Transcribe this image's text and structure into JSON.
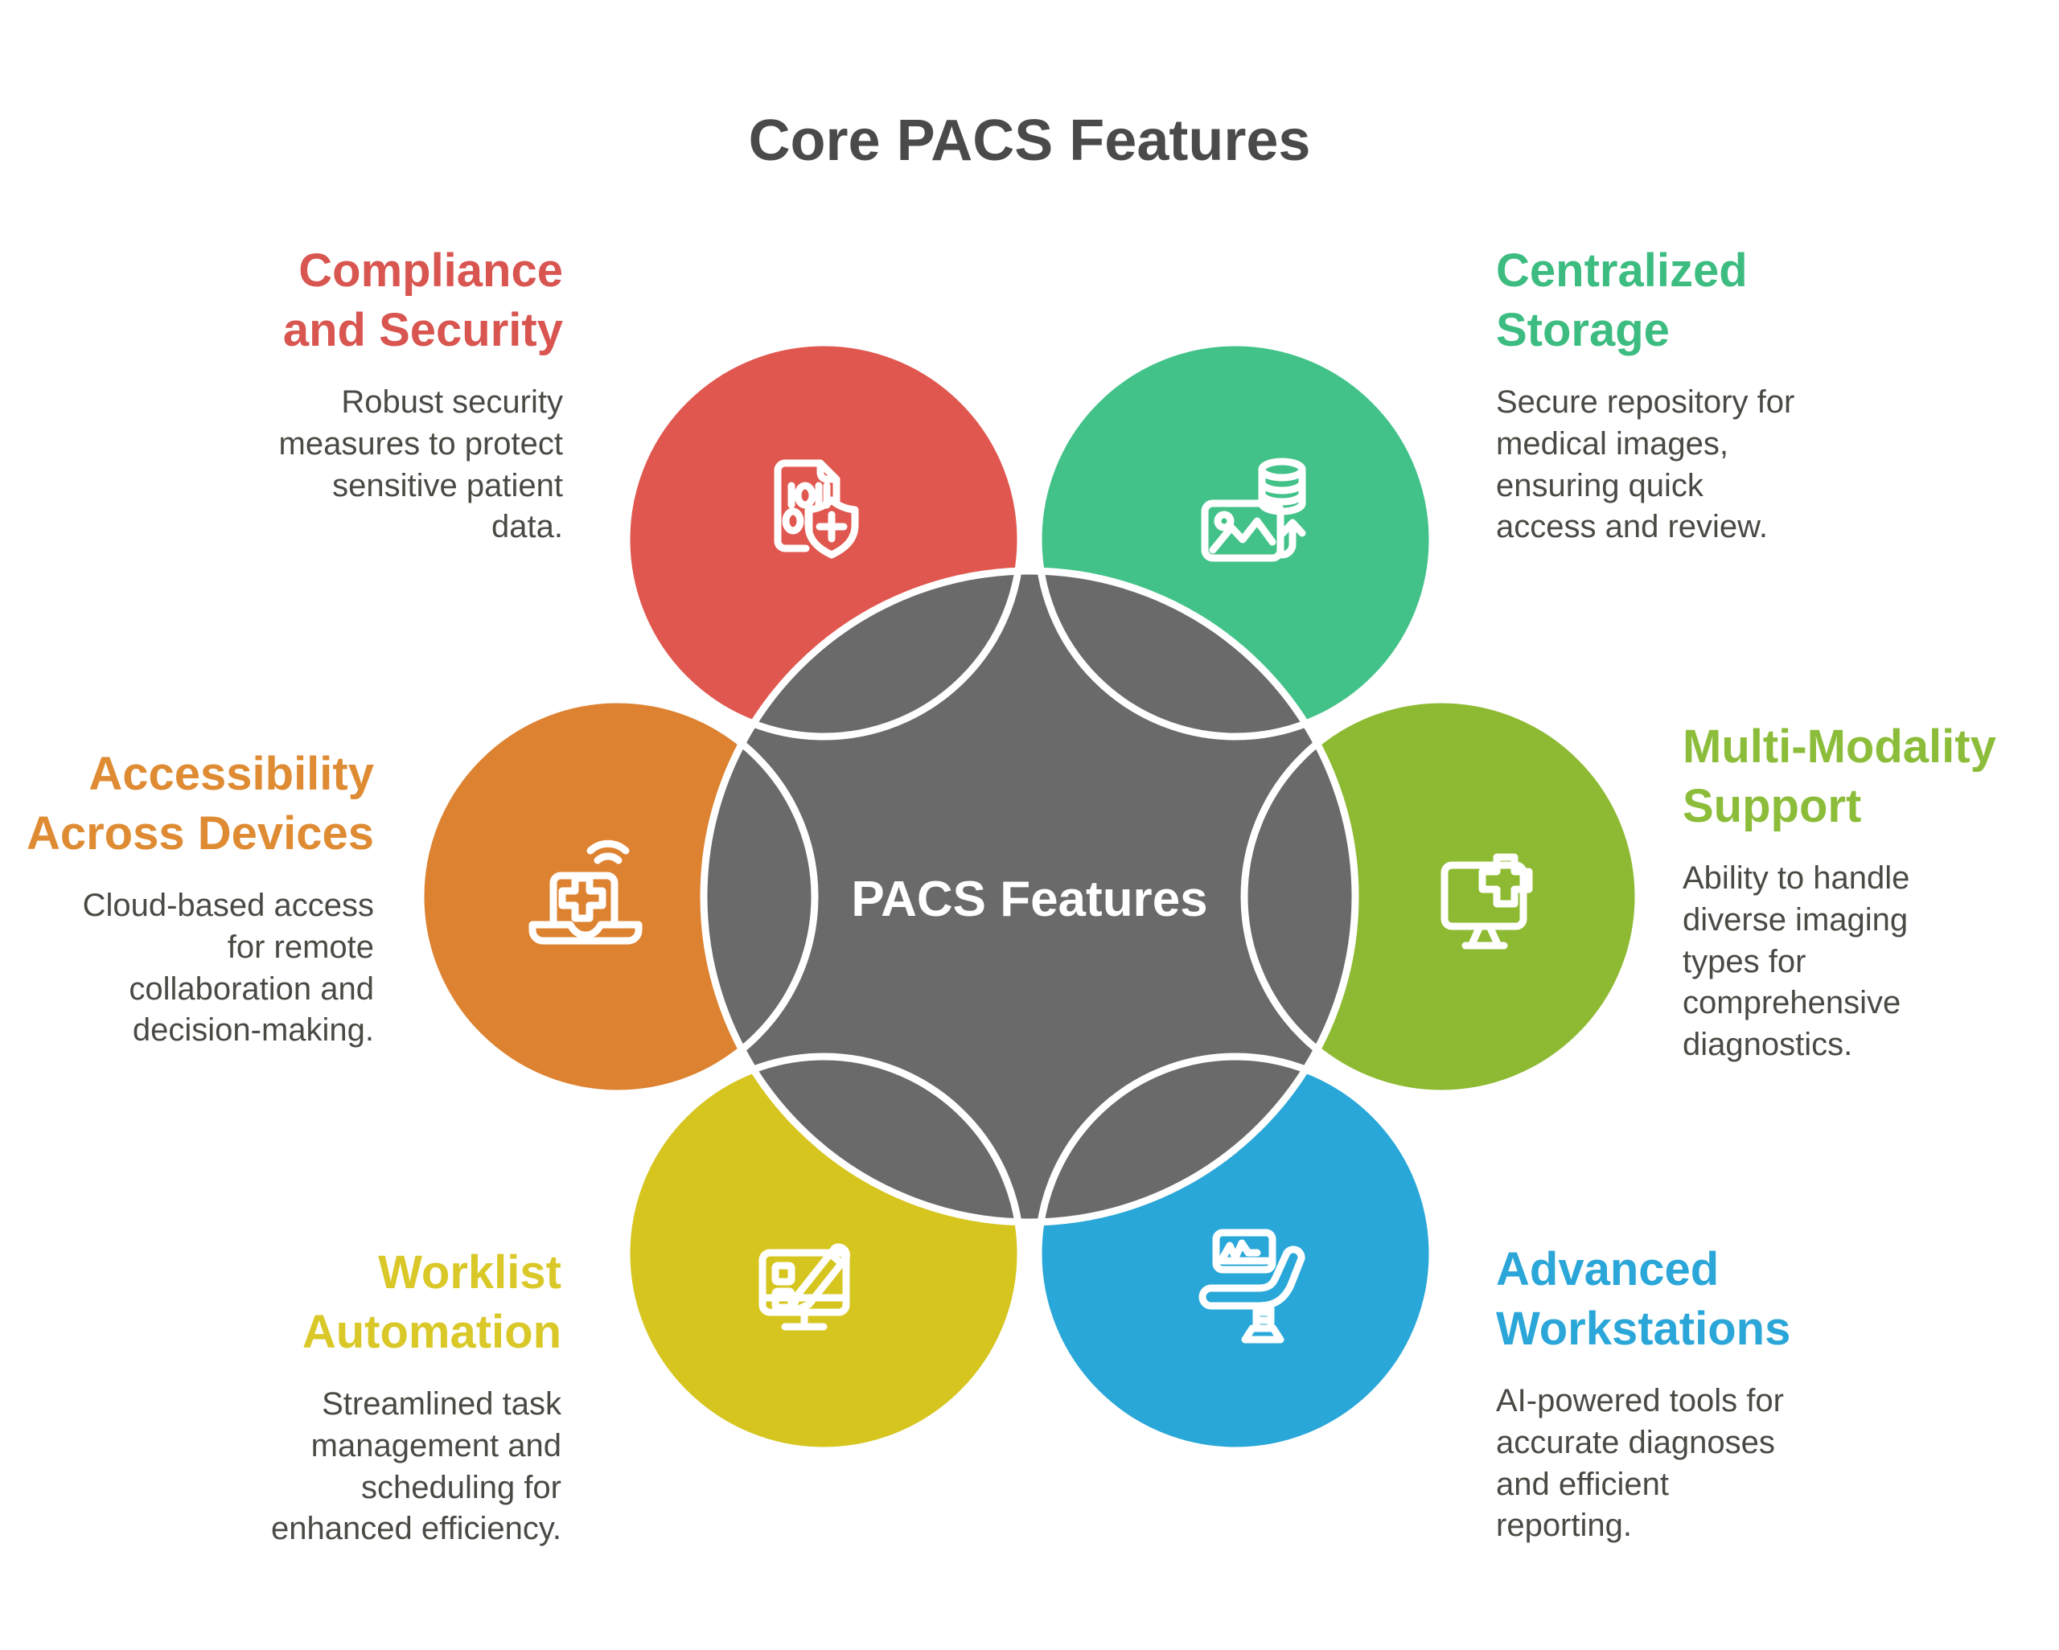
{
  "background": "#ffffff",
  "title": "Core PACS Features",
  "title_color": "#4a4a4a",
  "text_color": "#4a4a45",
  "center": {
    "label": "PACS Features",
    "circle_color": "#6a6a6a",
    "label_color": "#ffffff",
    "outline_color": "#ffffff"
  },
  "features": [
    {
      "key": "compliance",
      "title": "Compliance\nand Security",
      "description": "Robust security\nmeasures to protect\nsensitive patient\ndata.",
      "accent": "#d85550",
      "circle": "#e0574f",
      "icon": "binary-document-shield-icon"
    },
    {
      "key": "centralized",
      "title": "Centralized\nStorage",
      "description": "Secure repository for\nmedical images,\nensuring quick\naccess and review.",
      "accent": "#3cbc80",
      "circle": "#42c289",
      "icon": "image-database-upload-icon"
    },
    {
      "key": "accessibility",
      "title": "Accessibility\nAcross Devices",
      "description": "Cloud-based access\nfor remote\ncollaboration and\ndecision-making.",
      "accent": "#df8b33",
      "circle": "#dd8230",
      "icon": "laptop-medical-wifi-icon"
    },
    {
      "key": "multimodality",
      "title": "Multi-Modality\nSupport",
      "description": "Ability to handle\ndiverse imaging\ntypes for\ncomprehensive\ndiagnostics.",
      "accent": "#8cbd3a",
      "circle": "#8eba33",
      "icon": "monitor-medical-cross-icon"
    },
    {
      "key": "worklist",
      "title": "Worklist\nAutomation",
      "description": "Streamlined task\nmanagement and\nscheduling for\nenhanced efficiency.",
      "accent": "#d9c827",
      "circle": "#d6c51f",
      "icon": "checklist-pencil-monitor-icon"
    },
    {
      "key": "advanced",
      "title": "Advanced\nWorkstations",
      "description": "AI-powered tools for\naccurate diagnoses\nand efficient\nreporting.",
      "accent": "#2ba6d8",
      "circle": "#29a7d8",
      "icon": "exam-chair-monitor-icon"
    }
  ]
}
